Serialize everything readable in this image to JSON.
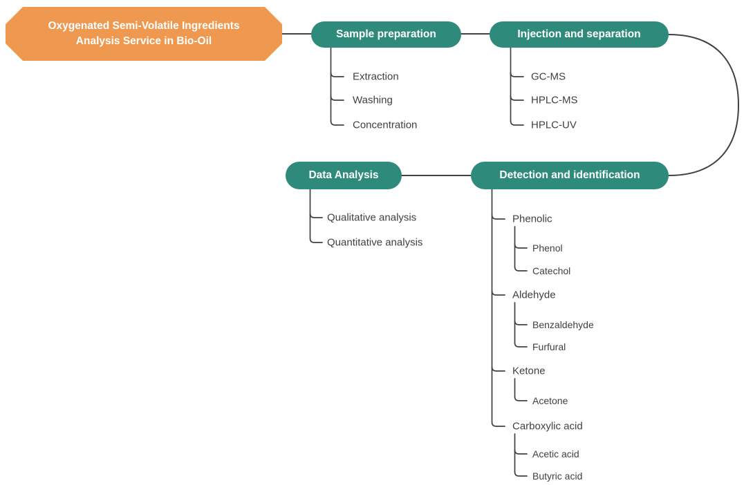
{
  "colors": {
    "orange": "#EF9950",
    "teal": "#2E8B7C",
    "line": "#404040",
    "text": "#3F3F3F",
    "node_text": "#FFFFFF"
  },
  "root": {
    "title": "Oxygenated Semi-Volatile Ingredients Analysis Service in Bio-Oil"
  },
  "branches": [
    {
      "label": "Sample preparation",
      "children": [
        {
          "label": "Extraction"
        },
        {
          "label": "Washing"
        },
        {
          "label": "Concentration"
        }
      ]
    },
    {
      "label": "Injection and separation",
      "children": [
        {
          "label": "GC-MS"
        },
        {
          "label": "HPLC-MS"
        },
        {
          "label": "HPLC-UV"
        }
      ]
    },
    {
      "label": "Data Analysis",
      "children": [
        {
          "label": "Qualitative analysis"
        },
        {
          "label": "Quantitative analysis"
        }
      ]
    },
    {
      "label": "Detection and identification",
      "children": [
        {
          "label": "Phenolic",
          "children": [
            {
              "label": "Phenol"
            },
            {
              "label": "Catechol"
            }
          ]
        },
        {
          "label": "Aldehyde",
          "children": [
            {
              "label": "Benzaldehyde"
            },
            {
              "label": "Furfural"
            }
          ]
        },
        {
          "label": "Ketone",
          "children": [
            {
              "label": "Acetone"
            }
          ]
        },
        {
          "label": "Carboxylic acid",
          "children": [
            {
              "label": "Acetic acid"
            },
            {
              "label": "Butyric acid"
            }
          ]
        }
      ]
    }
  ]
}
